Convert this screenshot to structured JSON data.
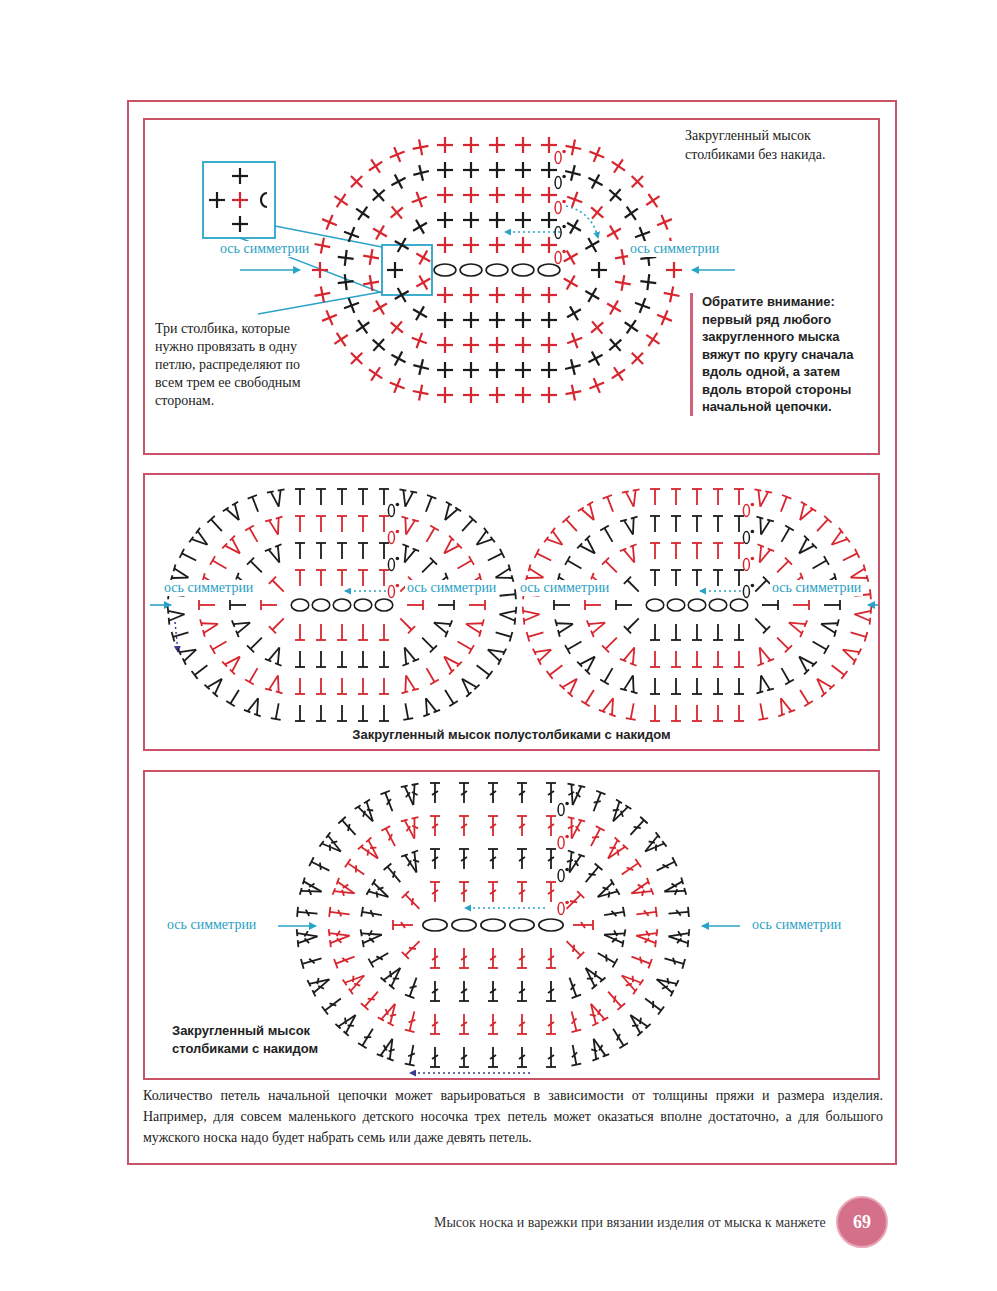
{
  "diagram": {
    "nodes": [
      {
        "text": [
          "Количество петель начальной цепочки может варьироваться в зависимости от толщины пряжи и размера изделия. Например, для совсем маленького детского носочка трех петель может оказаться вполне достаточно, а для большого мужского носка надо будет набрать семь или даже девять петель."
        ]
      },
      {
        "text": [
          "Закругленный мысок столбиками без накида."
        ],
        "in": 0
      },
      {
        "text": [
          "Закругленный мысок полустолбиками с накидом"
        ],
        "in": 0
      },
      {
        "text": [
          "Закругленный мысок столбиками с накидом"
        ],
        "in": 0
      },
      {
        "text": [
          "69"
        ]
      }
    ],
    "labels": [
      "ось симметрии",
      "ось симметрии",
      "Три столбика, которые нужно провязать в одну петлю, распределяют по всем трем ее свободным сторонам.",
      "Обратите внимание:",
      "первый ряд любого закругленного мыска вяжут по кругу сначала вдоль одной, а затем вдоль второй стороны начальной цепочки.",
      "ось симметрии",
      "ось симметрии",
      "ось симметрии",
      "ось симметрии",
      "ось симметрии",
      "ось симметрии",
      "Мысок носка и варежки при вязании изделия от мыска к манжете"
    ]
  }
}
